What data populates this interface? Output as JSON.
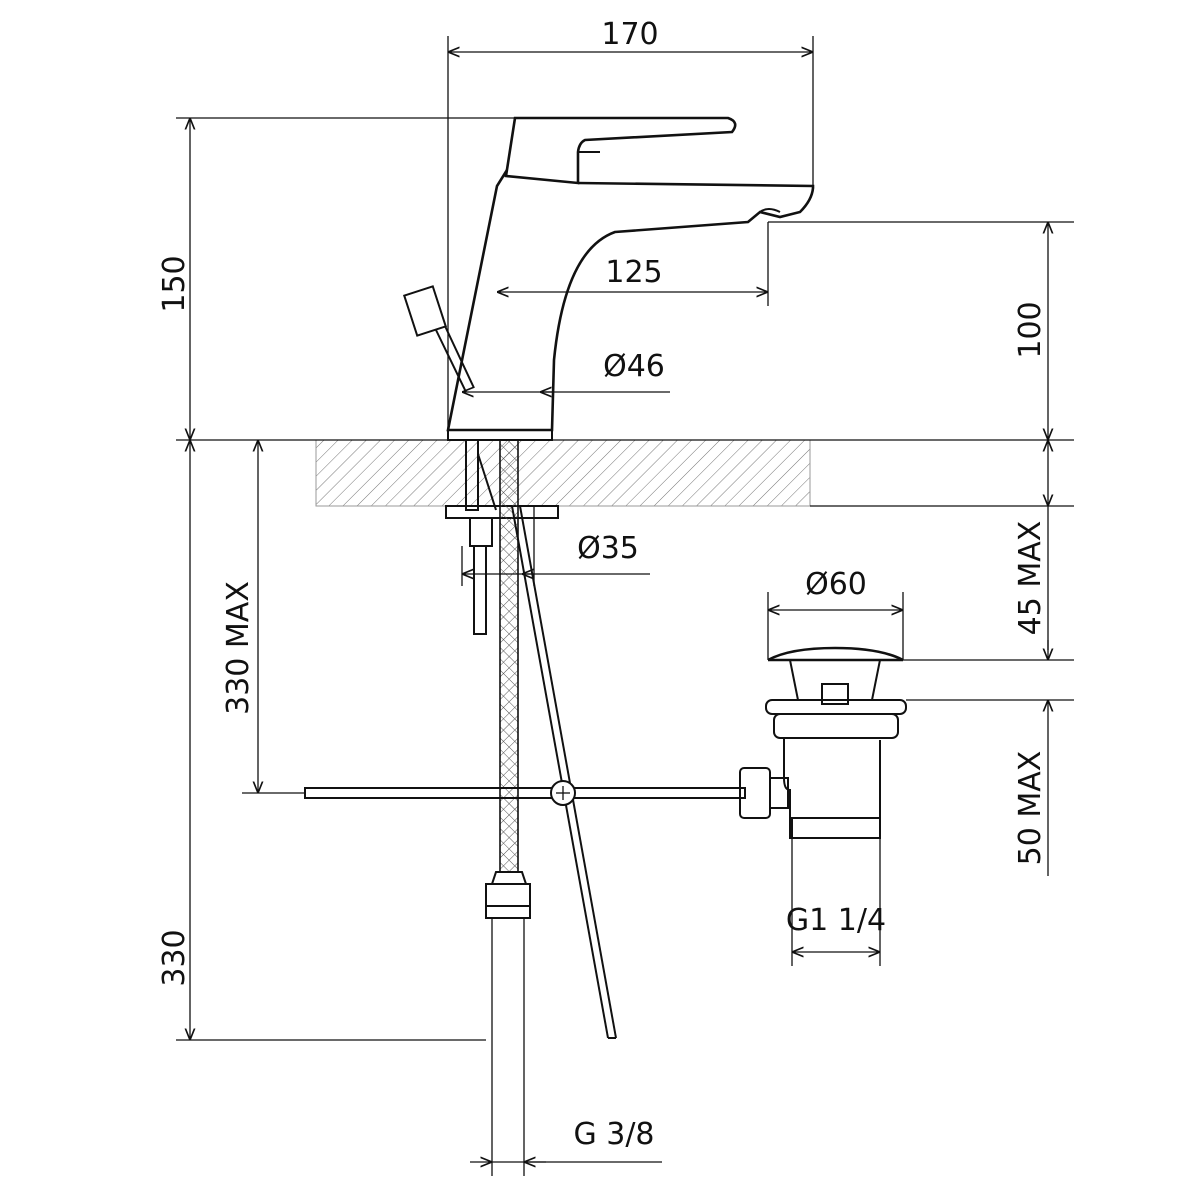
{
  "dimensions": {
    "spout_reach": "170",
    "total_height": "150",
    "spout_to_center": "125",
    "spout_height": "100",
    "body_diameter": "Ø46",
    "hole_diameter": "Ø35",
    "deck_thickness": "45 MAX",
    "below_deck_max": "330 MAX",
    "hose_length": "330",
    "waste_diameter": "Ø60",
    "waste_height": "50 MAX",
    "waste_thread": "G1 1/4",
    "hose_thread": "G 3/8"
  }
}
